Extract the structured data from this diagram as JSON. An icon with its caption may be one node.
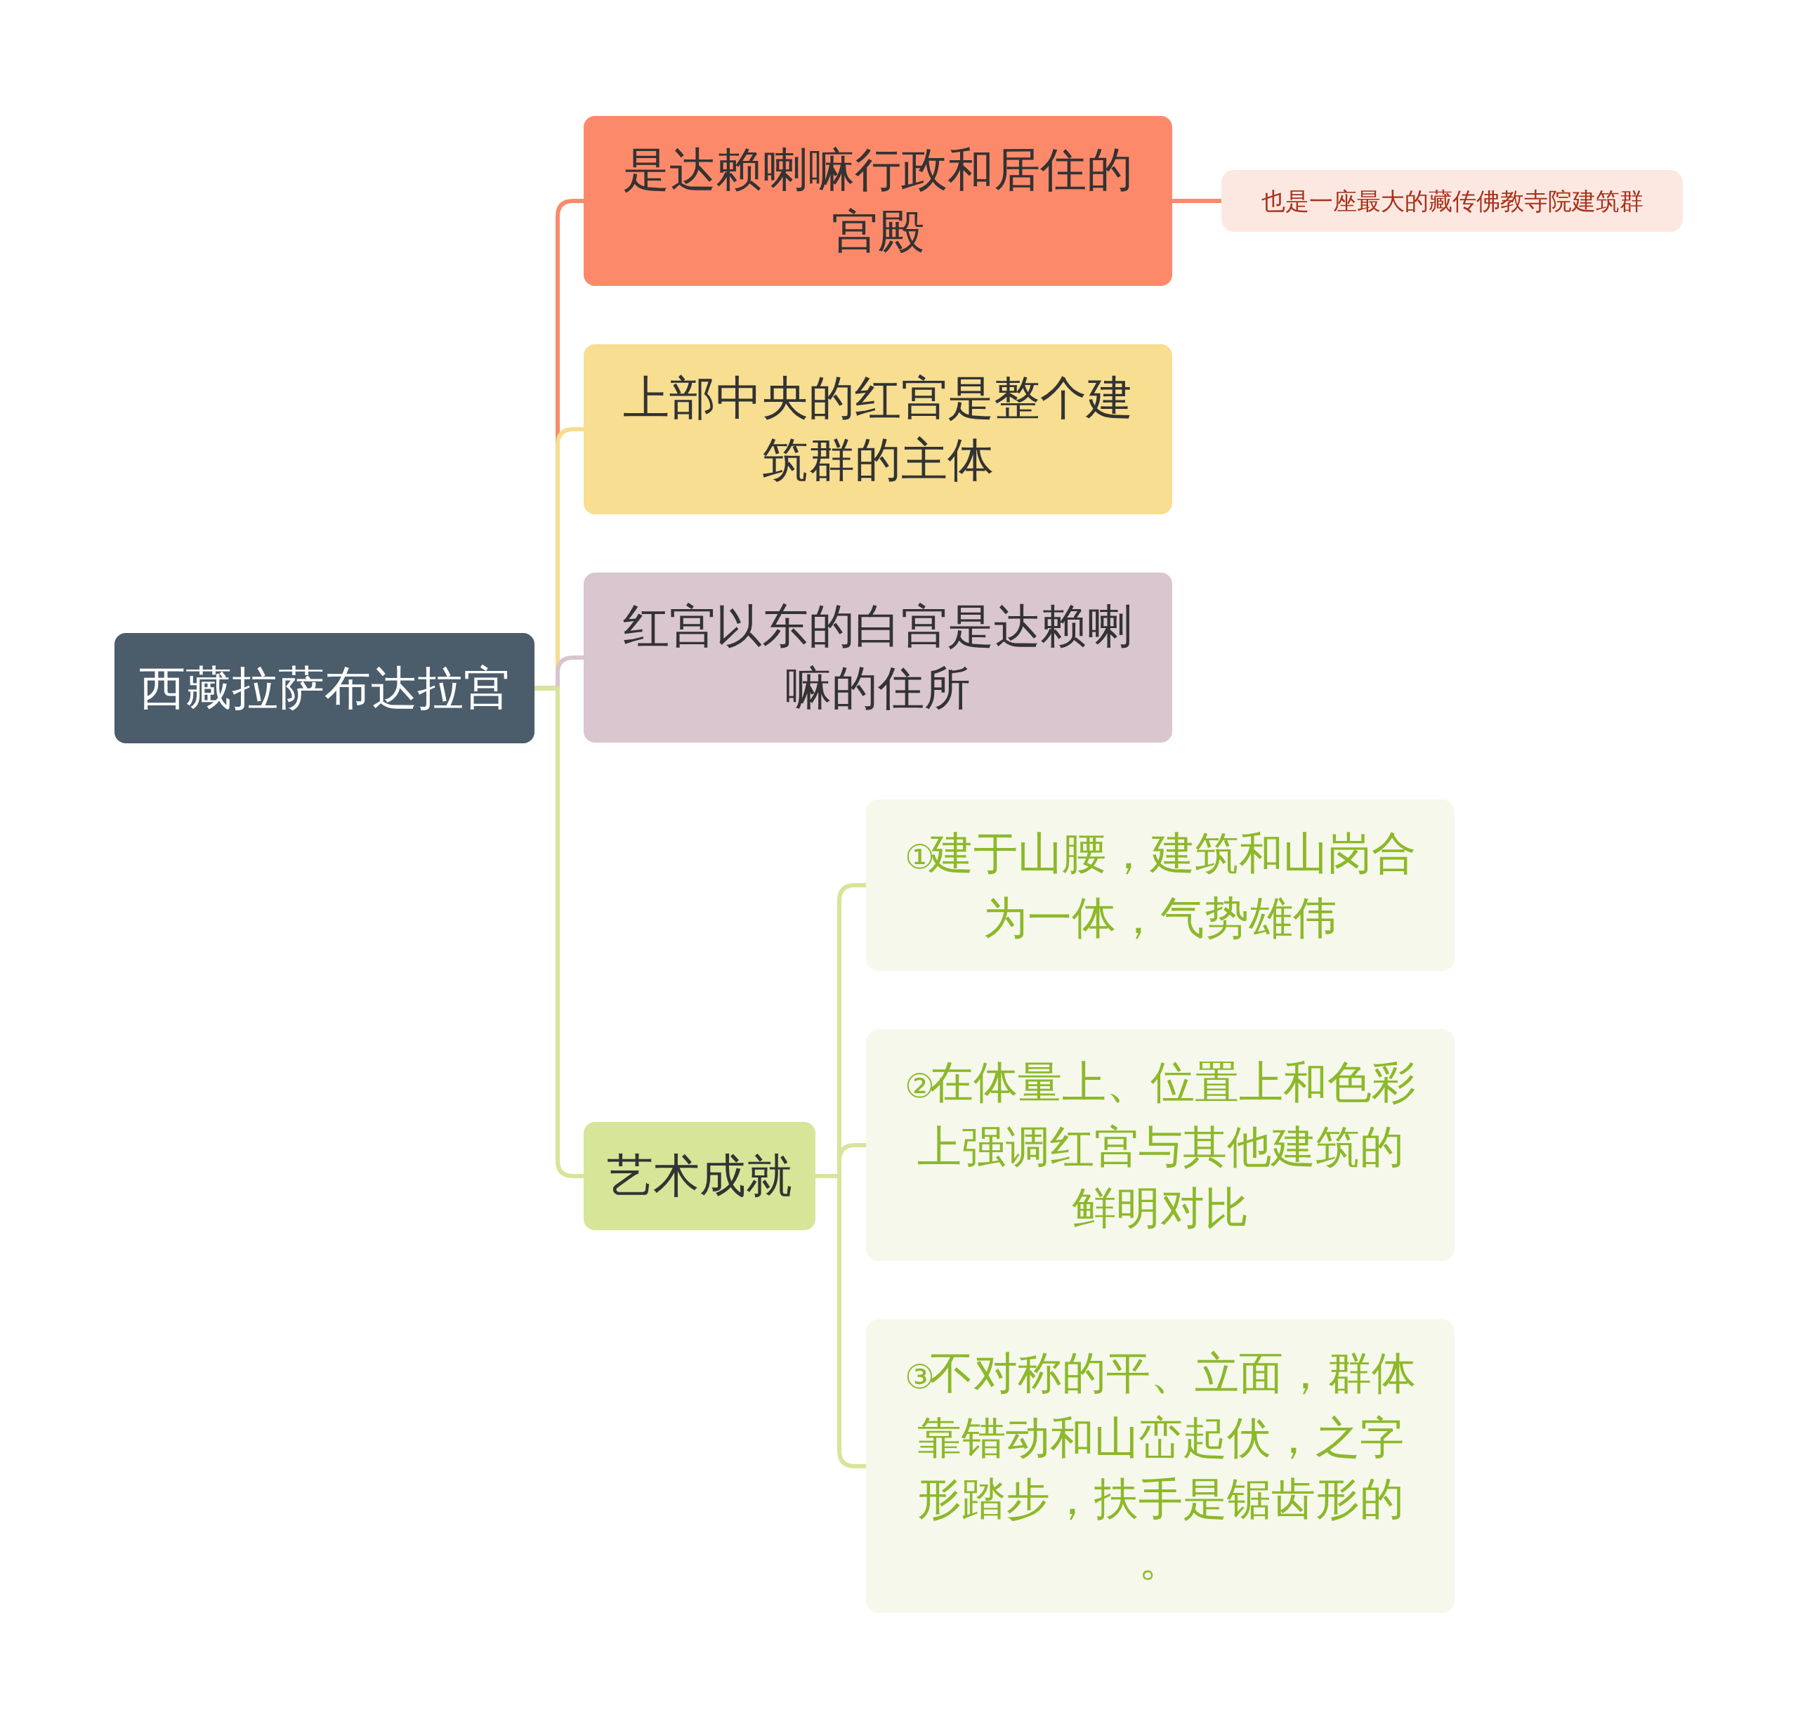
{
  "diagram": {
    "nodes": [
      {
        "text": [
          "西藏拉萨布达拉宫"
        ]
      },
      {
        "text": [
          "是达赖喇嘛行政和居住的宫殿"
        ]
      },
      {
        "text": [
          "也是一座最大的藏传佛教寺院建筑群"
        ]
      },
      {
        "text": [
          "上部中央的红宫是整个建筑群的主体"
        ]
      },
      {
        "text": [
          "红宫以东的白宫是达赖喇嘛的住所"
        ]
      },
      {
        "text": [
          "艺术成就"
        ]
      },
      {
        "text": [
          "①建于山腰，建筑和山岗合为一体，气势雄伟"
        ]
      },
      {
        "text": [
          "②在体量上、位置上和色彩上强调红宫与其他建筑的鲜明对比"
        ]
      },
      {
        "text": [
          "③不对称的平、立面，群体靠错动和山峦起伏，之字形踏步，扶手是锯齿形的。"
        ]
      }
    ],
    "edges": [
      {
        "from": 0,
        "to": 1,
        "arrow": "none",
        "color": "#f98a6b"
      },
      {
        "from": 1,
        "to": 2,
        "arrow": "none",
        "color": "#f98a6b"
      },
      {
        "from": 0,
        "to": 3,
        "arrow": "none",
        "color": "#f7dd8f"
      },
      {
        "from": 0,
        "to": 4,
        "arrow": "none",
        "color": "#d9c5cf"
      },
      {
        "from": 0,
        "to": 5,
        "arrow": "none"
      },
      {
        "from": 5,
        "to": 6,
        "arrow": "none"
      },
      {
        "from": 5,
        "to": 7,
        "arrow": "none"
      },
      {
        "from": 5,
        "to": 8,
        "arrow": "none"
      }
    ]
  }
}
